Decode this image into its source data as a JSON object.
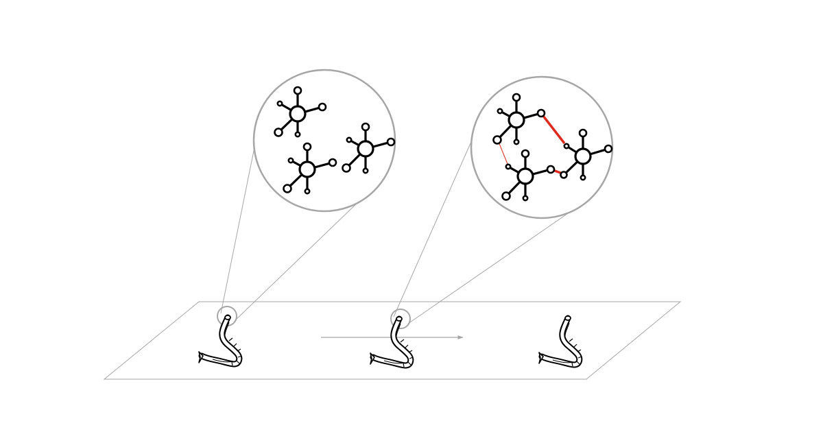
{
  "colors": {
    "background": "#ffffff",
    "outline": "#a6a6a6",
    "ink": "#000000",
    "bond": "#dd2c1f"
  },
  "icons": {
    "worm": "worm-icon",
    "molecule": "molecule-icon"
  },
  "diagram": {
    "stages": [
      {
        "name": "worm-1",
        "magnified": true,
        "bonds": false
      },
      {
        "name": "worm-2",
        "magnified": true,
        "bonds": true
      },
      {
        "name": "worm-3",
        "magnified": false,
        "bonds": false
      }
    ],
    "arrow": "right",
    "labels": []
  }
}
